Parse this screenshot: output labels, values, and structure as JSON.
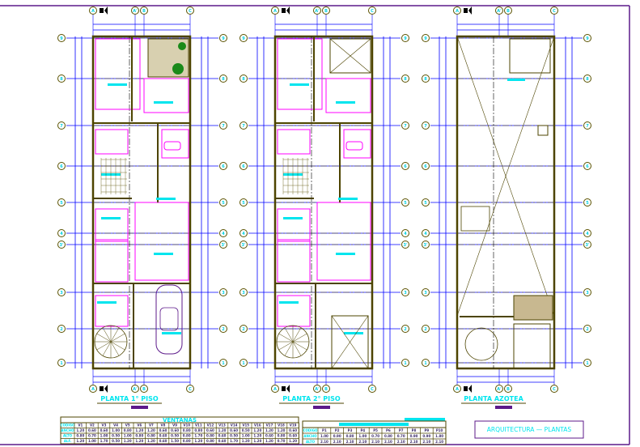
{
  "colors": {
    "wall": "#4d4400",
    "axis": "#0000ff",
    "room": "#ff00ff",
    "label": "#00e5ee",
    "accent": "#5c1a8a",
    "grid": "#5a5200",
    "green": "#1a8a1a"
  },
  "plans": [
    {
      "title": "PLANTA 1° PISO"
    },
    {
      "title": "PLANTA 2° PISO"
    },
    {
      "title": "PLANTA AZOTEA"
    }
  ],
  "grid": {
    "columns": [
      "A",
      "A'",
      "B",
      "C"
    ],
    "rows": [
      "9",
      "8",
      "7",
      "6",
      "5",
      "4",
      "3'",
      "3",
      "2",
      "1"
    ]
  },
  "windows_table": {
    "title": "VENTANAS",
    "header": [
      "CODIGO",
      "V1",
      "V2",
      "V3",
      "V4",
      "V5",
      "V6",
      "V7",
      "V8",
      "V9",
      "V10",
      "V11",
      "V12",
      "V13",
      "V14",
      "V15",
      "V16",
      "V17",
      "V18",
      "V19"
    ],
    "rows": [
      [
        "ANCHO",
        "1.20",
        "0.60",
        "0.60",
        "1.00",
        "0.80",
        "1.20",
        "1.20",
        "0.60",
        "0.60",
        "0.80",
        "0.80",
        "0.60",
        "1.20",
        "0.60",
        "0.50",
        "1.20",
        "1.20",
        "1.20",
        "0.60"
      ],
      [
        "ALTO",
        "0.80",
        "0.70",
        "1.00",
        "0.50",
        "1.00",
        "0.80",
        "0.80",
        "0.60",
        "0.50",
        "0.80",
        "1.70",
        "0.80",
        "0.60",
        "0.50",
        "1.00",
        "1.20",
        "0.60",
        "0.80",
        "0.60"
      ],
      [
        "ALF.",
        "1.20",
        "1.00",
        "1.70",
        "0.50",
        "1.20",
        "1.20",
        "1.20",
        "0.60",
        "1.50",
        "0.80",
        "1.20",
        "0.80",
        "0.60",
        "1.70",
        "1.20",
        "1.20",
        "1.20",
        "0.70",
        "1.20"
      ]
    ]
  },
  "doors_table": {
    "header": [
      "CODIGO",
      "P1",
      "P2",
      "P3",
      "P4",
      "P5",
      "P6",
      "P7",
      "P8",
      "P9",
      "P10"
    ],
    "rows": [
      [
        "ANCHO",
        "1.00",
        "0.90",
        "0.80",
        "1.00",
        "0.70",
        "0.80",
        "0.70",
        "0.90",
        "0.90",
        "1.80"
      ],
      [
        "ALTO",
        "2.10",
        "2.10",
        "2.10",
        "2.10",
        "2.10",
        "2.10",
        "2.10",
        "2.10",
        "2.10",
        "2.10"
      ]
    ]
  },
  "title_block": {
    "label": "ARQUITECTURA  —  PLANTAS"
  }
}
